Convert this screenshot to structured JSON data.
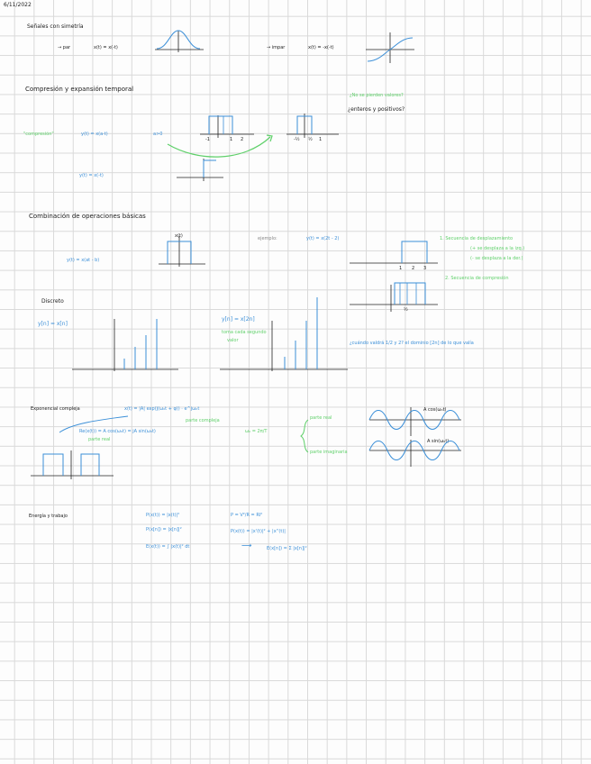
{
  "date": "6/11/2022",
  "sections": {
    "symmetry": {
      "title": "Señales con simetría",
      "even_label": "→ par",
      "even_eq": "x(t) = x(-t)",
      "odd_label": "→ impar",
      "odd_eq": "x(t) = -x(-t)"
    },
    "compression": {
      "title": "Compresión y expansión temporal",
      "side_q1": "¿No se pierden valores?",
      "side_q2": "¿enteros y positivos?",
      "label": "\"compresión\"",
      "eq1": "y(t) = x(a·t)",
      "eq1_cond": "a>0",
      "eq2": "y(t) = x(-t)",
      "tick_m1": "-1",
      "tick_1": "1",
      "tick_2": "2",
      "tick_half_m": "-½",
      "tick_half": "½",
      "tick_1b": "1"
    },
    "combination": {
      "title": "Combinación de operaciones básicas",
      "eq": "y(t) = x(at - b)",
      "example_label": "ejemplo:",
      "example_eq": "y(t) = x(2t - 2)",
      "step1_a": "1. Secuencia de desplazamiento",
      "step1_b": "(+ se desplaza a la izq.)",
      "step1_c": "(- se desplaza a la der.)",
      "step2": "2. Secuencia de compresión",
      "tick_1": "1",
      "tick_2": "2",
      "tick_3": "3",
      "tick_half": "½",
      "tick_x": "x(t)"
    },
    "discrete": {
      "title": "Discreto",
      "eq1": "y[n] = x[n]",
      "eq2": "y[n] = x[2n]",
      "note1": "toma cada segundo",
      "note2": "valor",
      "remark": "¿cuándo valdrá 1/2 y 2? el dominio [2n] de lo que valía"
    },
    "exponential": {
      "title": "Exponencial compleja",
      "eq1": "x(t) = |A| exp(j(ω₀t + φ)) · e^jω₀t",
      "eq1_note": "parte compleja",
      "eq2": "Re(x(t)) = A cos(ω₀t) = jA sin(ω₀t)",
      "eq2_note": "parte real",
      "omega": "ω₀ = 2π/T",
      "real_part": "parte real",
      "imag_part": "parte imaginaria",
      "wave1_label": "A cos(ω₀t)",
      "wave2_label": "A sin(ω₀t)"
    },
    "energy": {
      "title": "Energía y trabajo",
      "p1": "P(x(t)) = |x(t)|²",
      "p2": "P = V²/R = RI²",
      "p3": "P(x[n]) = |x[n]|²",
      "p4": "P(x(t)) = |x'(t)|² + |x''(t)|",
      "e1": "E(x(t)) = ∫ |x(t)|² dt",
      "e2": "E(x[n]) = Σ |x[n]|²",
      "arrow": "⟶"
    }
  }
}
